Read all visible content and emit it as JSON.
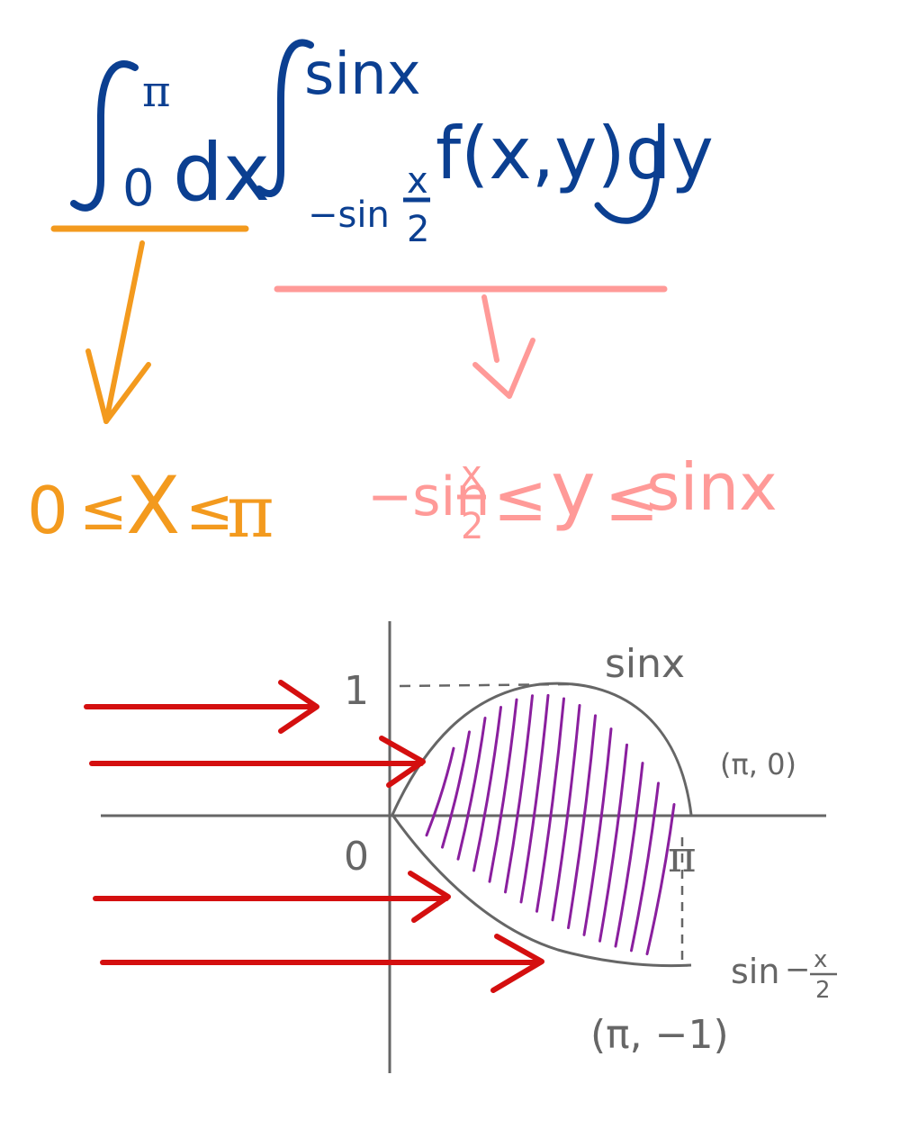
{
  "integral": {
    "integral_sign": "∫",
    "outer_upper": "π",
    "outer_lower": "0",
    "outer_differential": "dx",
    "inner_upper": "sinx",
    "inner_lower_prefix": "−sin",
    "inner_lower_num": "x",
    "inner_lower_den": "2",
    "integrand": "f(x,y)dy",
    "color": "#0b3f91"
  },
  "x_range": {
    "left": "0",
    "leq1": "≤",
    "var": "X",
    "leq2": "≤",
    "right": "π",
    "color": "#f39a1e"
  },
  "y_range": {
    "prefix": "−sin",
    "num": "x",
    "den": "2",
    "leq1": "≤",
    "var": "y",
    "leq2": "≤",
    "right": "sinx",
    "color": "#ff9a98"
  },
  "graph": {
    "y_tick_one": "1",
    "origin": "0",
    "pi_label": "π",
    "curve_top_label": "sinx",
    "point_top": "(π, 0)",
    "curve_bottom_prefix": "sin",
    "curve_bottom_minus": "−",
    "curve_bottom_num": "x",
    "curve_bottom_den": "2",
    "point_bottom": "(π, −1)",
    "axis_color": "#666666",
    "region_color": "#8a1f9e",
    "arrow_color": "#d40f0f"
  }
}
